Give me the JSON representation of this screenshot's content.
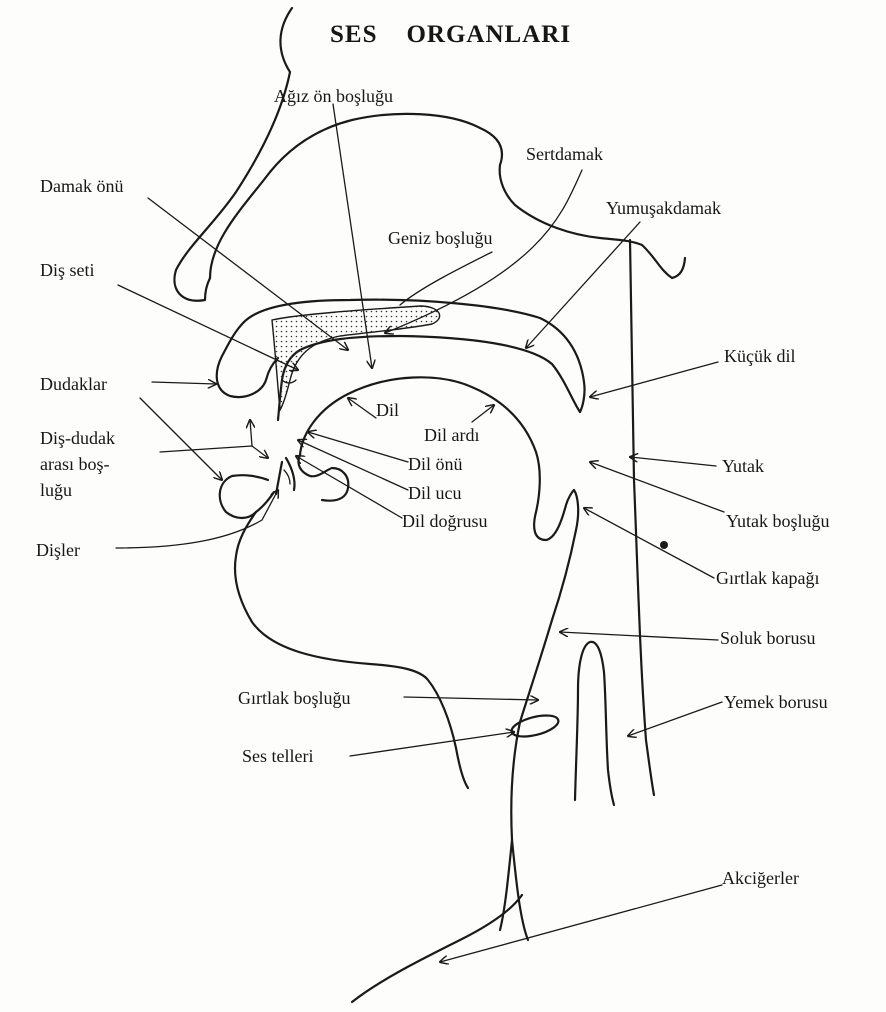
{
  "title": "SES    ORGANLARI",
  "labels": {
    "agiz_on_boslugu": "Ağız ön boşluğu",
    "sertdamak": "Sertdamak",
    "damak_onu": "Damak önü",
    "yumusakdamak": "Yumuşakdamak",
    "geniz_boslugu": "Geniz boşluğu",
    "dis_seti": "Diş seti",
    "kucuk_dil": "Küçük dil",
    "dudaklar": "Dudaklar",
    "dil": "Dil",
    "dil_ardi": "Dil ardı",
    "dis_dudak_1": "Diş-dudak",
    "dis_dudak_2": "arası boş-",
    "dis_dudak_3": "luğu",
    "dil_onu": "Dil önü",
    "yutak": "Yutak",
    "dil_ucu": "Dil ucu",
    "dil_dogrusu": "Dil doğrusu",
    "yutak_boslugu": "Yutak boşluğu",
    "disler": "Dişler",
    "girtlak_kapagi": "Gırtlak kapağı",
    "soluk_borusu": "Soluk borusu",
    "girtlak_boslugu": "Gırtlak boşluğu",
    "yemek_borusu": "Yemek borusu",
    "ses_telleri": "Ses telleri",
    "akcigerler": "Akciğerler"
  }
}
